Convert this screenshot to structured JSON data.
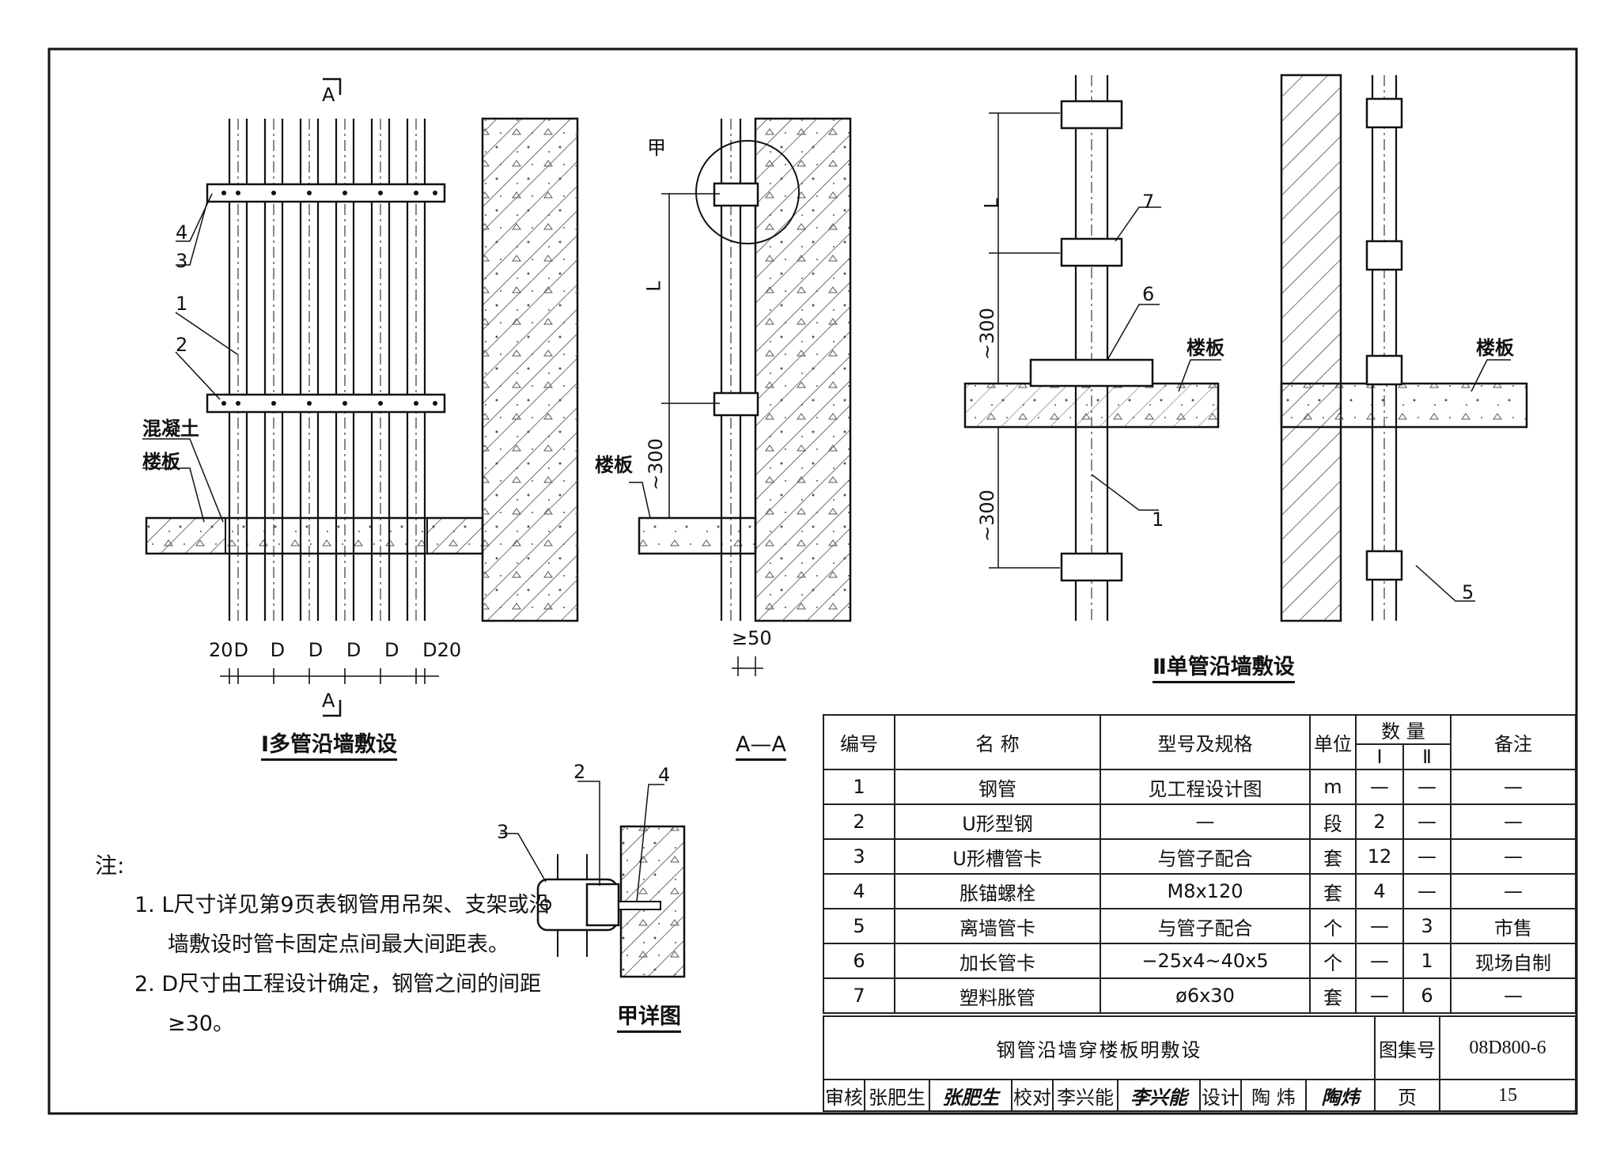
{
  "fig1": {
    "title": "Ⅰ多管沿墙敷设",
    "section_mark": "A",
    "labels": {
      "n4": "4",
      "n3": "3",
      "n1": "1",
      "n2": "2",
      "concrete": "混凝土",
      "floor": "楼板"
    },
    "dims": [
      "20",
      "D",
      "D",
      "D",
      "D",
      "D",
      "D",
      "20"
    ]
  },
  "figAA": {
    "title": "A—A",
    "detail_mark": "甲",
    "L": "L",
    "spacing": "~300",
    "floor": "楼板",
    "min_gap": "≥50"
  },
  "detail": {
    "title": "甲详图",
    "n2": "2",
    "n3": "3",
    "n4": "4"
  },
  "fig2": {
    "title": "Ⅱ单管沿墙敷设",
    "L": "L",
    "spacing1": "~300",
    "spacing2": "~300",
    "floor_left": "楼板",
    "floor_right": "楼板",
    "n7": "7",
    "n6": "6",
    "n1": "1",
    "n5": "5"
  },
  "notes": {
    "head": "注:",
    "lines": [
      "1. L尺寸详见第9页表钢管用吊架、支架或沿",
      "墙敷设时管卡固定点间最大间距表。",
      "2. D尺寸由工程设计确定，钢管之间的间距",
      "≥30。"
    ]
  },
  "parts_table": {
    "headers": {
      "no": "编号",
      "name": "名  称",
      "spec": "型号及规格",
      "unit": "单位",
      "qty": "数  量",
      "q1": "Ⅰ",
      "q2": "Ⅱ",
      "remark": "备注"
    },
    "rows": [
      {
        "no": "1",
        "name": "钢管",
        "spec": "见工程设计图",
        "unit": "m",
        "q1": "—",
        "q2": "—",
        "remark": "—"
      },
      {
        "no": "2",
        "name": "U形型钢",
        "spec": "—",
        "unit": "段",
        "q1": "2",
        "q2": "—",
        "remark": "—"
      },
      {
        "no": "3",
        "name": "U形槽管卡",
        "spec": "与管子配合",
        "unit": "套",
        "q1": "12",
        "q2": "—",
        "remark": "—"
      },
      {
        "no": "4",
        "name": "胀锚螺栓",
        "spec": "M8x120",
        "unit": "套",
        "q1": "4",
        "q2": "—",
        "remark": "—"
      },
      {
        "no": "5",
        "name": "离墙管卡",
        "spec": "与管子配合",
        "unit": "个",
        "q1": "—",
        "q2": "3",
        "remark": "市售"
      },
      {
        "no": "6",
        "name": "加长管卡",
        "spec": "−25x4~40x5",
        "unit": "个",
        "q1": "—",
        "q2": "1",
        "remark": "现场自制"
      },
      {
        "no": "7",
        "name": "塑料胀管",
        "spec": "ø6x30",
        "unit": "套",
        "q1": "—",
        "q2": "6",
        "remark": "—"
      }
    ]
  },
  "title_block": {
    "drawing_title": "钢管沿墙穿楼板明敷设",
    "atlas_label": "图集号",
    "atlas_no": "08D800-6",
    "review": "审核",
    "reviewer": "张肥生",
    "reviewer_sig": "张肥生",
    "check": "校对",
    "checker": "李兴能",
    "checker_sig": "李兴能",
    "design": "设计",
    "designer": "陶  炜",
    "designer_sig": "陶炜",
    "page_label": "页",
    "page_no": "15"
  }
}
